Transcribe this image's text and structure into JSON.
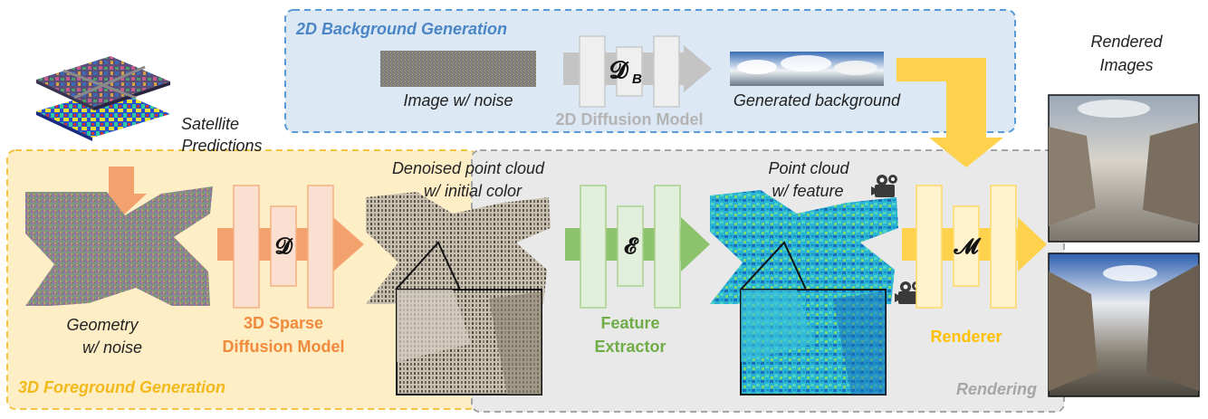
{
  "colors": {
    "background_box_fill": "#dce8f4",
    "background_box_border": "#5b9bd5",
    "background_title": "#4a86c5",
    "foreground_box_fill": "#fdeec6",
    "foreground_box_border": "#f5c242",
    "foreground_title": "#f2b91b",
    "rendering_box_fill": "#e9e9e9",
    "rendering_box_border": "#a6a6a6",
    "rendering_title": "#a6a6a6",
    "diffusion3d_fill": "#fbe0d2",
    "diffusion3d_stroke": "#f4b183",
    "diffusion3d_arrow": "#f4a26d",
    "diffusion3d_label": "#f08a3c",
    "diffusion2d_fill": "#efefef",
    "diffusion2d_stroke": "#c9c9c9",
    "diffusion2d_arrow": "#c4c4c4",
    "diffusion2d_label": "#b4b4b4",
    "feature_fill": "#e2efda",
    "feature_stroke": "#a9d18e",
    "feature_arrow": "#8dc36d",
    "feature_label": "#70ad47",
    "renderer_fill": "#fff2cc",
    "renderer_stroke": "#ffd966",
    "renderer_arrow": "#ffd24d",
    "renderer_label": "#ffc000"
  },
  "sections": {
    "background_title": "2D Background Generation",
    "foreground_title": "3D Foreground Generation",
    "rendering_title": "Rendering"
  },
  "labels": {
    "image_noise": "Image w/ noise",
    "generated_background": "Generated background",
    "satellite_line1": "Satellite",
    "satellite_line2": "Predictions",
    "geometry_line1": "Geometry",
    "geometry_line2": "w/ noise",
    "denoised_line1": "Denoised point cloud",
    "denoised_line2": "w/ initial color",
    "pointcloud_line1": "Point cloud",
    "pointcloud_line2": "w/ feature",
    "rendered_line1": "Rendered",
    "rendered_line2": "Images"
  },
  "models": {
    "diffusion2d": {
      "symbol": "𝓓",
      "subscript": "B",
      "label": "2D Diffusion Model"
    },
    "diffusion3d": {
      "symbol": "𝓓",
      "label_line1": "3D Sparse",
      "label_line2": "Diffusion Model"
    },
    "feature": {
      "symbol": "𝓔",
      "label_line1": "Feature",
      "label_line2": "Extractor"
    },
    "renderer": {
      "symbol": "𝓜",
      "label": "Renderer"
    }
  },
  "icons": {
    "camera_top": "video-camera-icon",
    "camera_bottom": "video-camera-icon"
  }
}
